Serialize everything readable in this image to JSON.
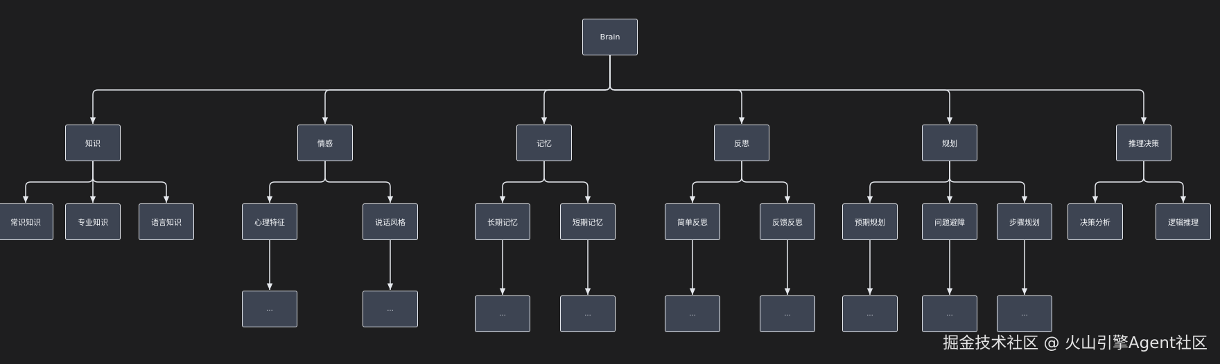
{
  "diagram": {
    "root": "Brain",
    "branches": [
      {
        "label": "知识",
        "children": [
          {
            "label": "常识知识"
          },
          {
            "label": "专业知识"
          },
          {
            "label": "语言知识"
          }
        ]
      },
      {
        "label": "情感",
        "children": [
          {
            "label": "心理特征",
            "sub": "..."
          },
          {
            "label": "说话风格",
            "sub": "..."
          }
        ]
      },
      {
        "label": "记忆",
        "children": [
          {
            "label": "长期记忆",
            "sub": "..."
          },
          {
            "label": "短期记忆",
            "sub": "..."
          }
        ]
      },
      {
        "label": "反思",
        "children": [
          {
            "label": "简单反思",
            "sub": "..."
          },
          {
            "label": "反馈反思",
            "sub": "..."
          }
        ]
      },
      {
        "label": "规划",
        "children": [
          {
            "label": "预期规划",
            "sub": "..."
          },
          {
            "label": "问题避障",
            "sub": "..."
          },
          {
            "label": "步骤规划",
            "sub": "..."
          }
        ]
      },
      {
        "label": "推理决策",
        "children": [
          {
            "label": "决策分析"
          },
          {
            "label": "逻辑推理"
          }
        ]
      }
    ]
  },
  "colors": {
    "background": "#1e1e1f",
    "node_fill": "#3d4452",
    "node_border": "#e6e9ee",
    "connector": "#e6e9ee",
    "text": "#f2f4f7"
  },
  "watermark": "掘金技术社区 @ 火山引擎Agent社区"
}
